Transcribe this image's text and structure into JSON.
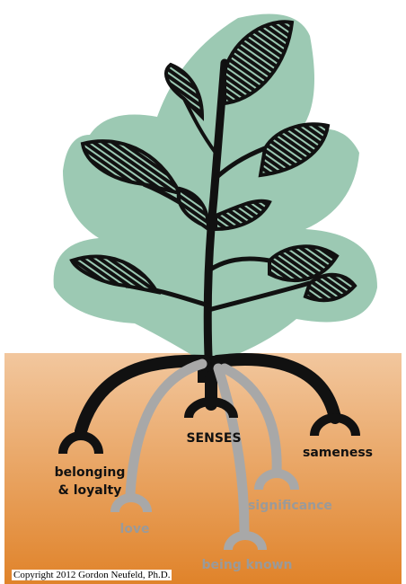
{
  "labels": {
    "senses": "SENSES",
    "sameness": "sameness",
    "belonging_line1": "belonging",
    "belonging_line2": "& loyalty",
    "love": "love",
    "significance": "significance",
    "being_known": "being known"
  },
  "copyright": "Copyright 2012 Gordon Neufeld, Ph.D.",
  "colors": {
    "soil_top": "#f2c79e",
    "soil_bottom": "#e0832a",
    "halo": "#9cc9b3",
    "plant": "#111111",
    "root_dark": "#111111",
    "root_gray": "#a8a8a8",
    "label_gray": "#9a9a9a"
  }
}
